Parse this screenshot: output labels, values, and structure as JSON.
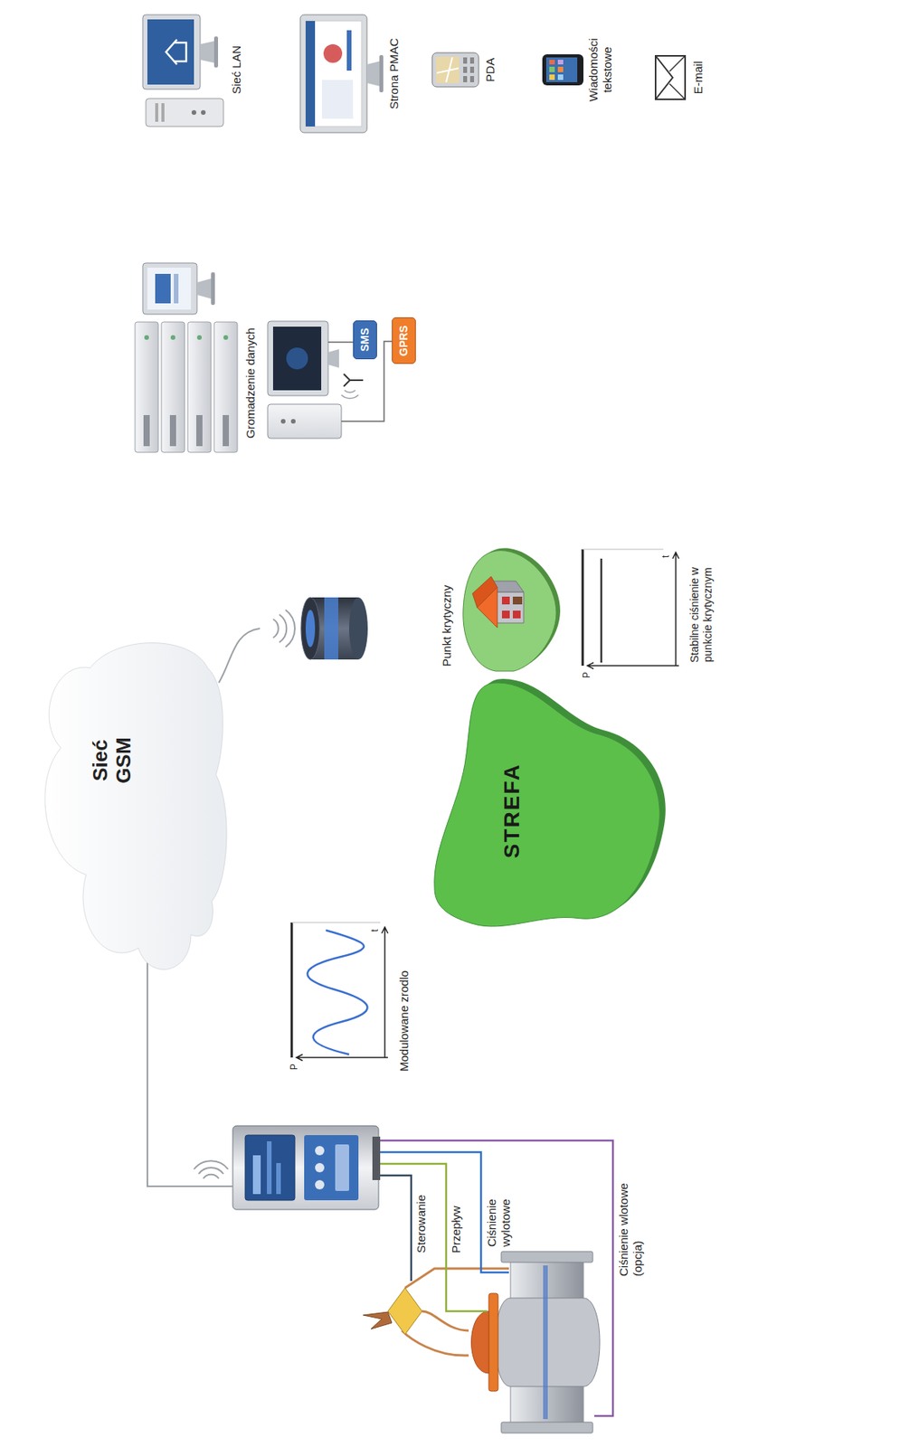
{
  "diagram": {
    "nodes": [
      {
        "text": [
          "Sieć GSM"
        ]
      },
      {
        "text": [
          "Modulowane zrodlo"
        ]
      },
      {
        "text": [
          "STREFA"
        ]
      },
      {
        "text": [
          "Punkt krytyczny"
        ]
      },
      {
        "text": [
          "Stabilne ciśnienie w punkcie krytycznym"
        ]
      },
      {
        "text": [
          "Gromadzenie danych"
        ]
      },
      {
        "text": [
          "SMS"
        ]
      },
      {
        "text": [
          "GPRS"
        ]
      },
      {
        "text": [
          "Sieć LAN"
        ]
      },
      {
        "text": [
          "Strona PMAC"
        ]
      },
      {
        "text": [
          "PDA"
        ]
      },
      {
        "text": [
          "Wiadomości tekstowe"
        ]
      },
      {
        "text": [
          "E-mail"
        ]
      }
    ],
    "edges": [
      {
        "from": 0,
        "to": 5,
        "arrow": "to"
      },
      {
        "from": 0,
        "to": 6,
        "arrow": "to"
      },
      {
        "from": 0,
        "to": 7,
        "arrow": "to"
      },
      {
        "from": 1,
        "to": 2,
        "arrow": "to"
      },
      {
        "from": 2,
        "to": 3,
        "arrow": "none"
      },
      {
        "from": 4,
        "to": 3,
        "arrow": "to"
      },
      {
        "from": 5,
        "to": 8,
        "arrow": "to"
      },
      {
        "from": 5,
        "to": 9,
        "arrow": "to"
      },
      {
        "from": 5,
        "to": 10,
        "arrow": "to"
      },
      {
        "from": 5,
        "to": 11,
        "arrow": "to"
      },
      {
        "from": 5,
        "to": 12,
        "arrow": "to"
      }
    ],
    "labels": [
      "Sterowanie",
      "Przepływ",
      "Ciśnienie wylotowe",
      "Ciśnienie wlotowe (opcja)",
      "P",
      "t",
      "P",
      "t"
    ]
  }
}
